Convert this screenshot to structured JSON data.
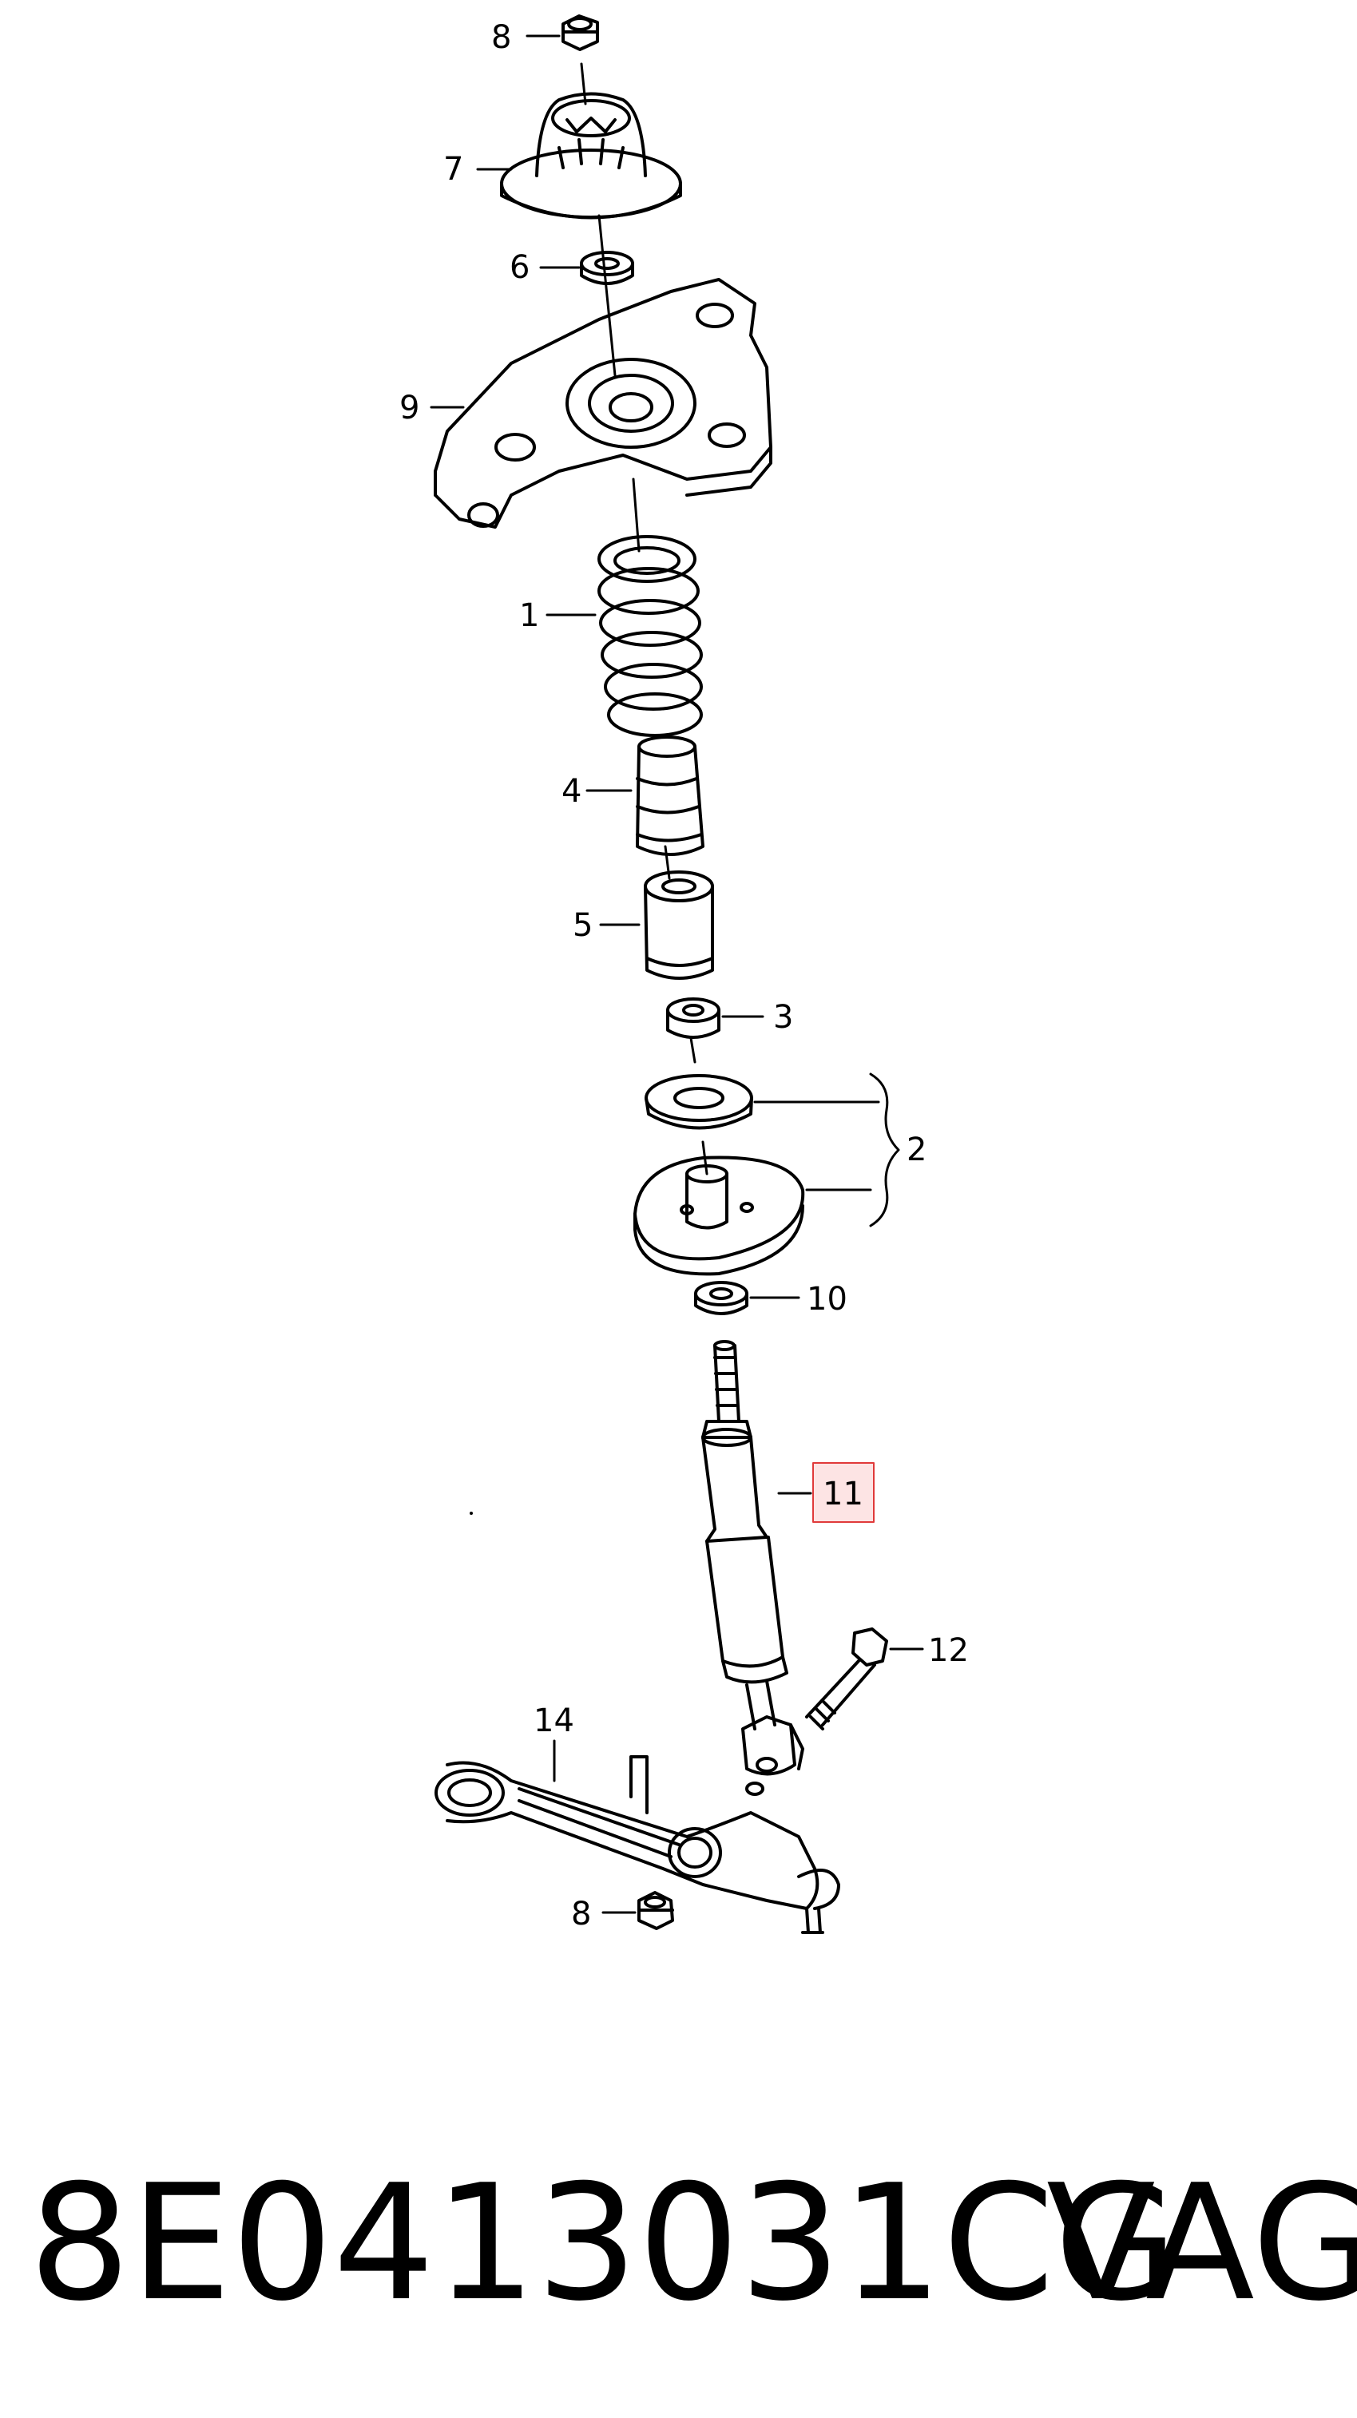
{
  "diagram": {
    "callouts": [
      {
        "id": "c8a",
        "label": "8"
      },
      {
        "id": "c7",
        "label": "7"
      },
      {
        "id": "c6",
        "label": "6"
      },
      {
        "id": "c9",
        "label": "9"
      },
      {
        "id": "c1",
        "label": "1"
      },
      {
        "id": "c4",
        "label": "4"
      },
      {
        "id": "c5",
        "label": "5"
      },
      {
        "id": "c3",
        "label": "3"
      },
      {
        "id": "c2",
        "label": "2"
      },
      {
        "id": "c10",
        "label": "10"
      },
      {
        "id": "c11",
        "label": "11",
        "highlighted": true
      },
      {
        "id": "c12",
        "label": "12"
      },
      {
        "id": "c14",
        "label": "14"
      },
      {
        "id": "c8b",
        "label": "8"
      }
    ],
    "highlight_color": "#e03a3a",
    "highlight_fill": "#fde4e4"
  },
  "caption": {
    "part_number": "8E0413031CG",
    "brand": "VAG"
  }
}
